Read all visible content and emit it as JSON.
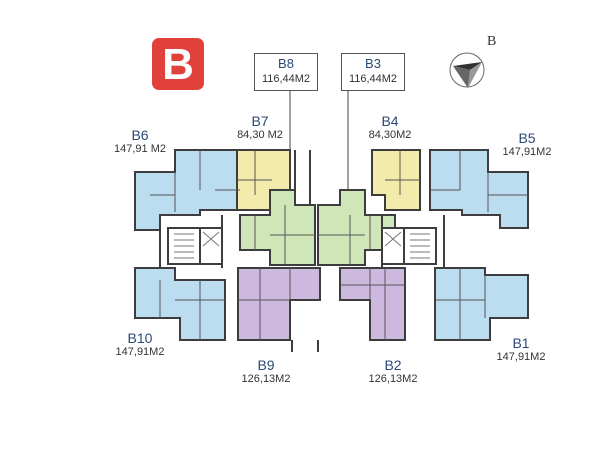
{
  "block": {
    "letter": "B",
    "logo_color": "#e0413b"
  },
  "compass": {
    "label": "B"
  },
  "units": {
    "B1": {
      "code": "B1",
      "area": "147,91M2",
      "color": "#bcdcef"
    },
    "B2": {
      "code": "B2",
      "area": "126,13M2",
      "color": "#cdb8de"
    },
    "B3": {
      "code": "B3",
      "area": "116,44M2",
      "color": "#cfe6b8"
    },
    "B4": {
      "code": "B4",
      "area": "84,30M2",
      "color": "#f3ebac"
    },
    "B5": {
      "code": "B5",
      "area": "147,91M2",
      "color": "#bcdcef"
    },
    "B6": {
      "code": "B6",
      "area": "147,91 M2",
      "color": "#bcdcef"
    },
    "B7": {
      "code": "B7",
      "area": "84,30 M2",
      "color": "#f3ebac"
    },
    "B8": {
      "code": "B8",
      "area": "116,44M2",
      "color": "#cfe6b8"
    },
    "B9": {
      "code": "B9",
      "area": "126,13M2",
      "color": "#cdb8de"
    },
    "B10": {
      "code": "B10",
      "area": "147,91M2",
      "color": "#bcdcef"
    }
  },
  "colors": {
    "wall": "#3d3d3d",
    "blue_unit": "#bcdcef",
    "yellow_unit": "#f3ebac",
    "green_unit": "#cfe6b8",
    "purple_unit": "#cdb8de",
    "core": "#ffffff"
  }
}
